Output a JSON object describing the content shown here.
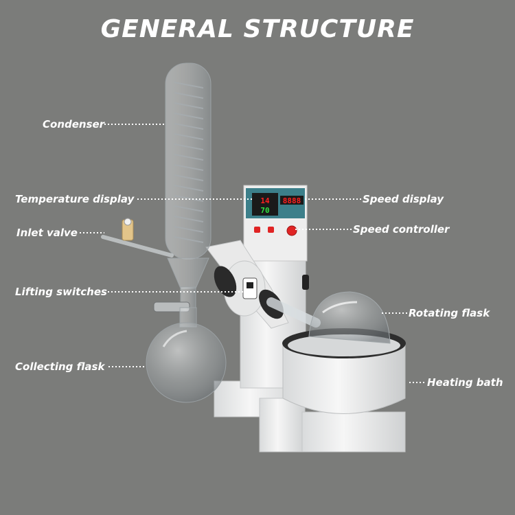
{
  "title": "GENERAL STRUCTURE",
  "labels": {
    "condenser": "Condenser",
    "temperature_display": "Temperature display",
    "inlet_valve": "Inlet valve",
    "lifting_switches": "Lifting switches",
    "collecting_flask": "Collecting flask",
    "speed_display": "Speed display",
    "speed_controller": "Speed controller",
    "rotating_flask": "Rotating flask",
    "heating_bath": "Heating bath"
  },
  "display": {
    "temperature_top": "14",
    "temperature_bottom": "70",
    "speed": "8888"
  },
  "colors": {
    "background": "#7b7c7a",
    "label_text": "#ffffff",
    "leader_line": "#ffffff",
    "body_white": "#eeeeee",
    "panel_teal": "#3c7f8a",
    "led_red": "#ff2020",
    "led_green": "#30e040"
  }
}
